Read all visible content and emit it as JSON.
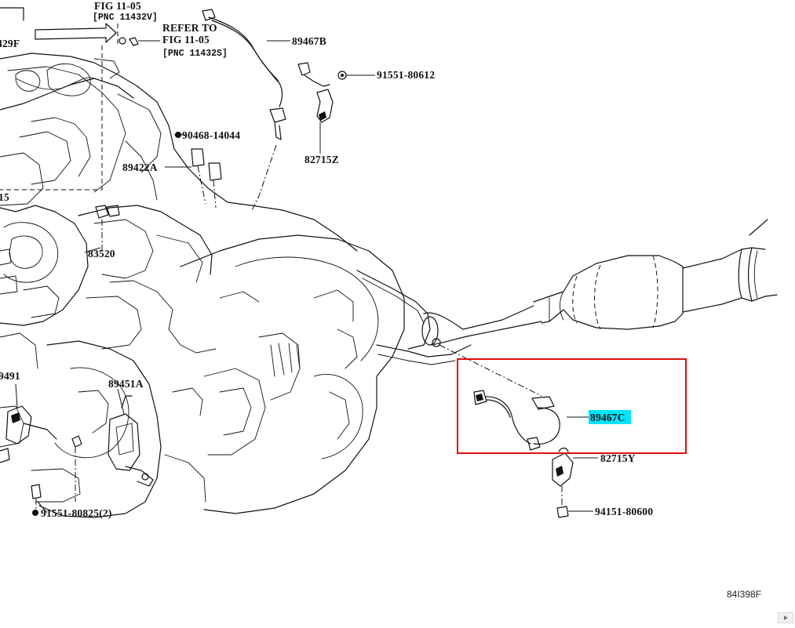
{
  "figure": {
    "fig_ref_top": "FIG 11-05",
    "fig_ref_top_pnc": "[PNC 11432V]",
    "refer_to_line1": "REFER TO",
    "refer_to_line2": "FIG 11-05",
    "refer_to_line3": "[PNC 11432S]",
    "drawing_code": "84I398F"
  },
  "parts": {
    "p_429": "429F",
    "p_89467b": "89467B",
    "p_91551_80612": "91551-80612",
    "p_90468_14044": "90468-14044",
    "p_89422a": "89422A",
    "p_82715z": "82715Z",
    "p_15": "15",
    "p_83520": "83520",
    "p_9491": "9491",
    "p_89451a": "89451A",
    "p_91551_80825": "91551-80825(2)",
    "p_89467c": "89467C",
    "p_82715y": "82715Y",
    "p_94151_80600": "94151-80600"
  },
  "highlight": {
    "selected_part": "89467C",
    "highlight_color": "#00e5ff",
    "box_color": "#e01010"
  },
  "icons": {
    "scroll": "chevron-right-icon"
  }
}
